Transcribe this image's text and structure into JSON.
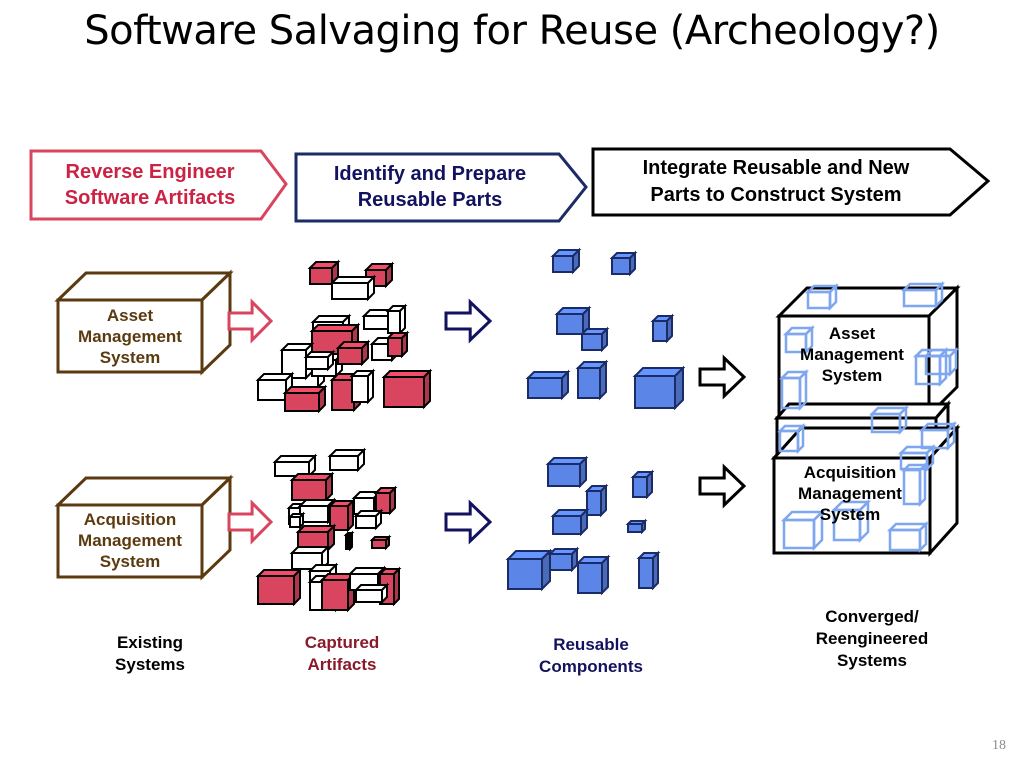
{
  "slide": {
    "title": "Software Salvaging for Reuse (Archeology?)",
    "page_number": "18"
  },
  "colors": {
    "red": "#D9455F",
    "red_dark": "#8A1A2A",
    "red_text": "#CC2244",
    "blue": "#5B86E8",
    "blue_dark": "#1A2B66",
    "navy_text": "#12125E",
    "light_blue": "#7FA6F0",
    "brown": "#5C3A10"
  },
  "steps": [
    {
      "line1": "Reverse Engineer",
      "line2": "Software Artifacts"
    },
    {
      "line1": "Identify and Prepare",
      "line2": "Reusable Parts"
    },
    {
      "line1": "Integrate Reusable and  New",
      "line2": "Parts to Construct System"
    }
  ],
  "existing_systems": [
    {
      "line1": "Asset",
      "line2": "Management",
      "line3": "System"
    },
    {
      "line1": "Acquisition",
      "line2": "Management",
      "line3": "System"
    }
  ],
  "converged_systems": [
    {
      "line1": "Asset",
      "line2": "Management",
      "line3": "System"
    },
    {
      "line1": "Acquisition",
      "line2": "Management",
      "line3": "System"
    }
  ],
  "captions": {
    "existing": {
      "line1": "Existing",
      "line2": "Systems"
    },
    "captured": {
      "line1": "Captured",
      "line2": "Artifacts"
    },
    "reusable": {
      "line1": "Reusable",
      "line2": "Components"
    },
    "converged": {
      "line1": "Converged/",
      "line2": "Reengineered",
      "line3": "Systems"
    }
  }
}
